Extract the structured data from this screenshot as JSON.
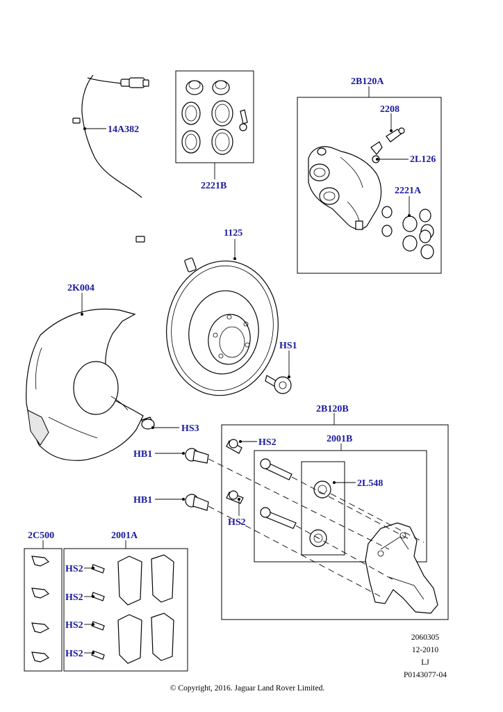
{
  "colors": {
    "label": "#1a1aa0",
    "line": "#000000",
    "background": "#ffffff"
  },
  "labels": {
    "sensor": "14A382",
    "seal_kit": "2221B",
    "caliper_kit": "2B120A",
    "bleed_screw": "2208",
    "bleed_cap": "2L126",
    "caliper_pistons": "2221A",
    "disc": "1125",
    "splash_shield": "2K004",
    "disc_screw": "HS1",
    "shield_bolt": "HS3",
    "carrier_kit": "2B120B",
    "carrier_bolt_top": "HS2",
    "guide_pin_kit": "2001B",
    "guide_boot": "2L548",
    "bolt_upper": "HB1",
    "bolt_lower": "HB1",
    "carrier_bolt_bottom": "HS2",
    "clip_kit": "2C500",
    "pad_kit": "2001A",
    "pad_bolt_1": "HS2",
    "pad_bolt_2": "HS2",
    "pad_bolt_3": "HS2",
    "pad_bolt_4": "HS2"
  },
  "footer": {
    "code_1": "2060305",
    "code_2": "12-2010",
    "code_3": "LJ",
    "code_4": "P0143077-04",
    "copyright": "© Copyright, 2016. Jaguar Land Rover Limited."
  }
}
